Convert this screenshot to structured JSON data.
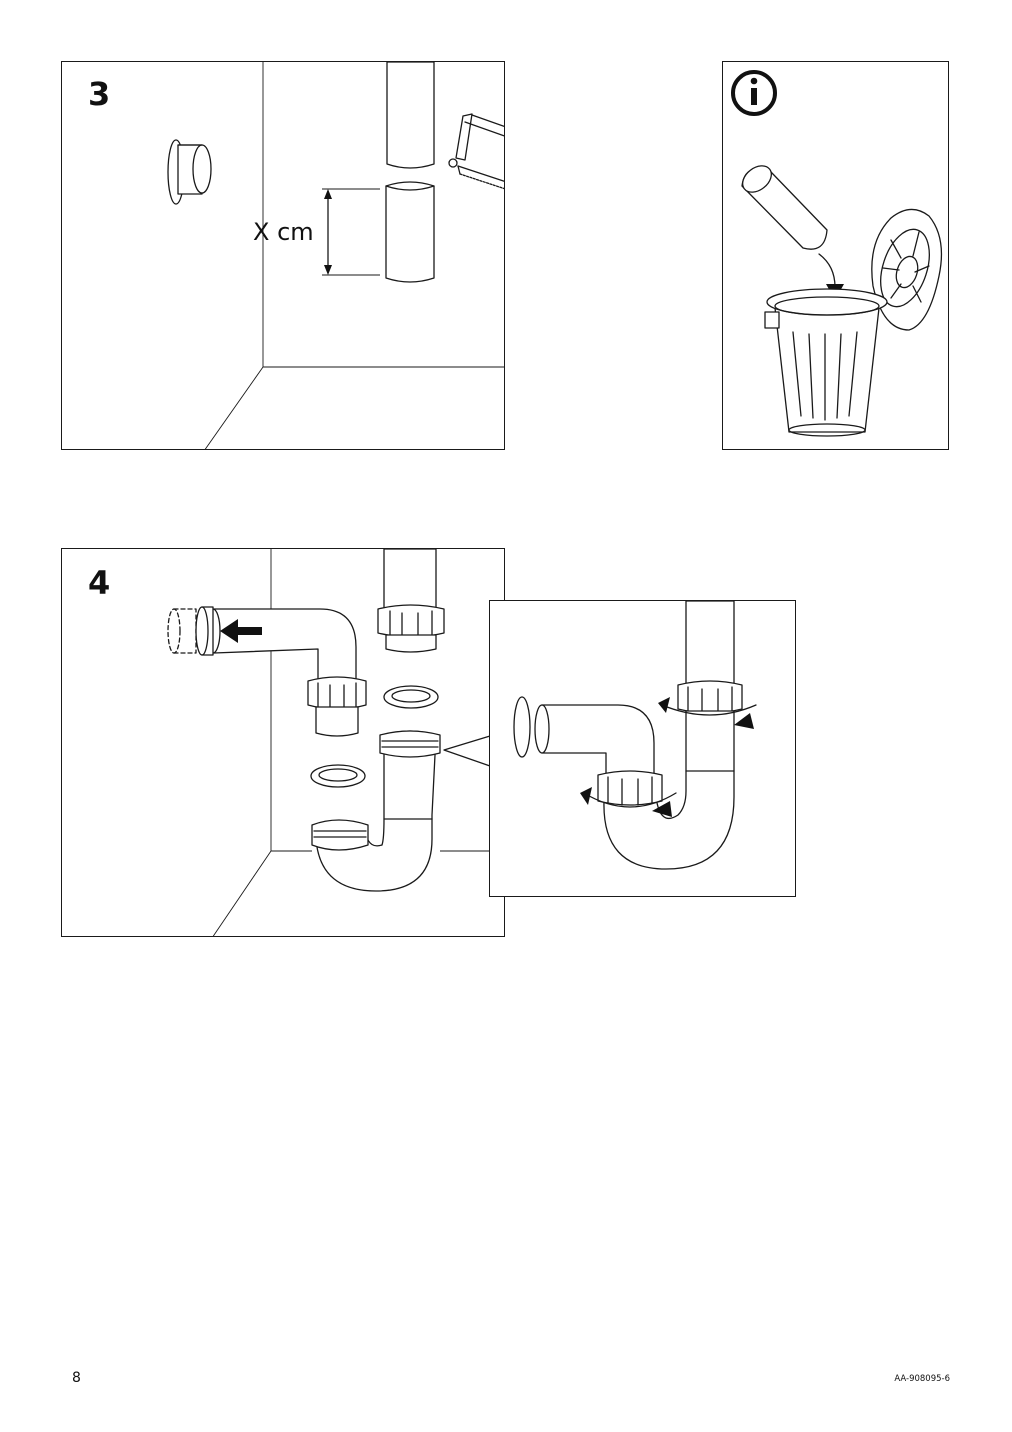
{
  "steps": [
    {
      "number": "3",
      "dimension_label": "X cm"
    },
    {
      "number": "4"
    }
  ],
  "info": {
    "icon": "info-icon"
  },
  "footer": {
    "page_number": "8",
    "doc_code": "AA-908095-6"
  }
}
